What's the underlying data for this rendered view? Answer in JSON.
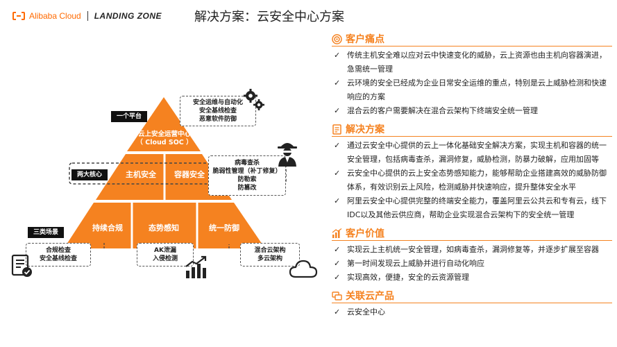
{
  "header": {
    "brand": "Alibaba Cloud",
    "product": "LANDING ZONE",
    "title": "解决方案：云安全中心方案"
  },
  "diagram": {
    "tiers": {
      "top": [
        "云上安全运营中心",
        "（ Cloud SOC ）"
      ],
      "middle": [
        "主机安全",
        "容器安全"
      ],
      "bottom": [
        "持续合规",
        "态势感知",
        "统一防御"
      ]
    },
    "tags": {
      "platform": "一个平台",
      "core": "两大核心",
      "scenes": "三类场景"
    },
    "callouts": {
      "soc": [
        "安全运维与自动化",
        "安全基线检查",
        "恶意软件防御"
      ],
      "host": [
        "病毒查杀",
        "脆弱性管理（补丁修复）",
        "防勒索",
        "防篡改"
      ],
      "compliance": [
        "合规检查",
        "安全基线检查"
      ],
      "ak": [
        "AK泄漏",
        "入侵检测"
      ],
      "hybrid": [
        "混合云架构",
        "多云架构"
      ]
    },
    "colors": {
      "orange": "#f58220",
      "orange_dark": "#e8711a"
    }
  },
  "panel": {
    "sections": [
      {
        "title": "客户痛点",
        "icon": "target-icon",
        "items": [
          "传统主机安全难以应对云中快速变化的威胁，云上资源也由主机向容器演进，急需统一管理",
          "云环境的安全已经成为企业日常安全运维的重点，特别是云上威胁检测和快速响应的方案",
          "混合云的客户需要解决在混合云架构下终端安全统一管理"
        ]
      },
      {
        "title": "解决方案",
        "icon": "document-icon",
        "items": [
          "通过云安全中心提供的云上一体化基础安全解决方案，实现主机和容器的统一安全管理，包括病毒查杀，漏洞修复，威胁检测，防暴力破解，应用加固等",
          "云安全中心提供的云上安全态势感知能力，能够帮助企业搭建高效的威胁防御体系，有效识别云上风险，检测威胁并快速响应，提升整体安全水平",
          "阿里云安全中心提供完整的终端安全能力，覆盖阿里云公共云和专有云，线下IDC以及其他云供应商，帮助企业实现混合云架构下的安全统一管理"
        ]
      },
      {
        "title": "客户价值",
        "icon": "chart-icon",
        "items": [
          "实现云上主机统一安全管理，如病毒查杀，漏洞修复等，并逐步扩展至容器",
          "第一时间发现云上威胁并进行自动化响应",
          "实现高效，便捷，安全的云资源管理"
        ]
      },
      {
        "title": "关联云产品",
        "icon": "product-icon",
        "items": [
          "云安全中心"
        ]
      }
    ],
    "check_glyph": "✓"
  }
}
